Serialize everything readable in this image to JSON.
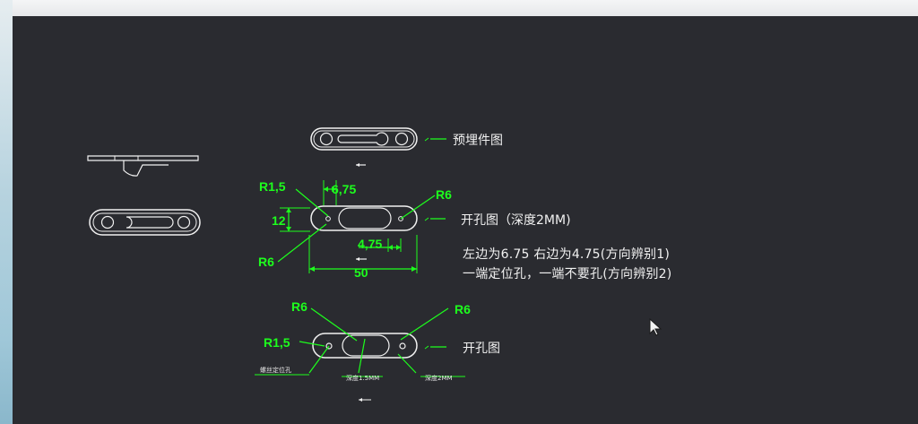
{
  "drawing": {
    "labels": {
      "embed_part": "预埋件图",
      "hole_depth": "开孔图（深度2MM)",
      "hole_bottom": "开孔图"
    },
    "dims": {
      "r15_top": "R1,5",
      "d675": "6,75",
      "r6_right_top": "R6",
      "d12": "12",
      "r6_left_top": "R6",
      "d475": "4,75",
      "d50": "50",
      "r6_left_bottom": "R6",
      "r6_right_bottom": "R6",
      "r15_bottom": "R1,5"
    },
    "small_labels": {
      "left": "螺丝定位孔",
      "middle": "深度1.5MM",
      "right": "深度2MM"
    },
    "notes": {
      "line1": "左边为6.75  右边为4.75(方向辨别1)",
      "line2": "一端定位孔，一端不要孔(方向辨别2)"
    }
  },
  "colors": {
    "background": "#2a2b30",
    "line": "#f1f1f1",
    "dimension": "#1dff1d"
  },
  "icons": {
    "cursor": "mouse-pointer-icon"
  }
}
